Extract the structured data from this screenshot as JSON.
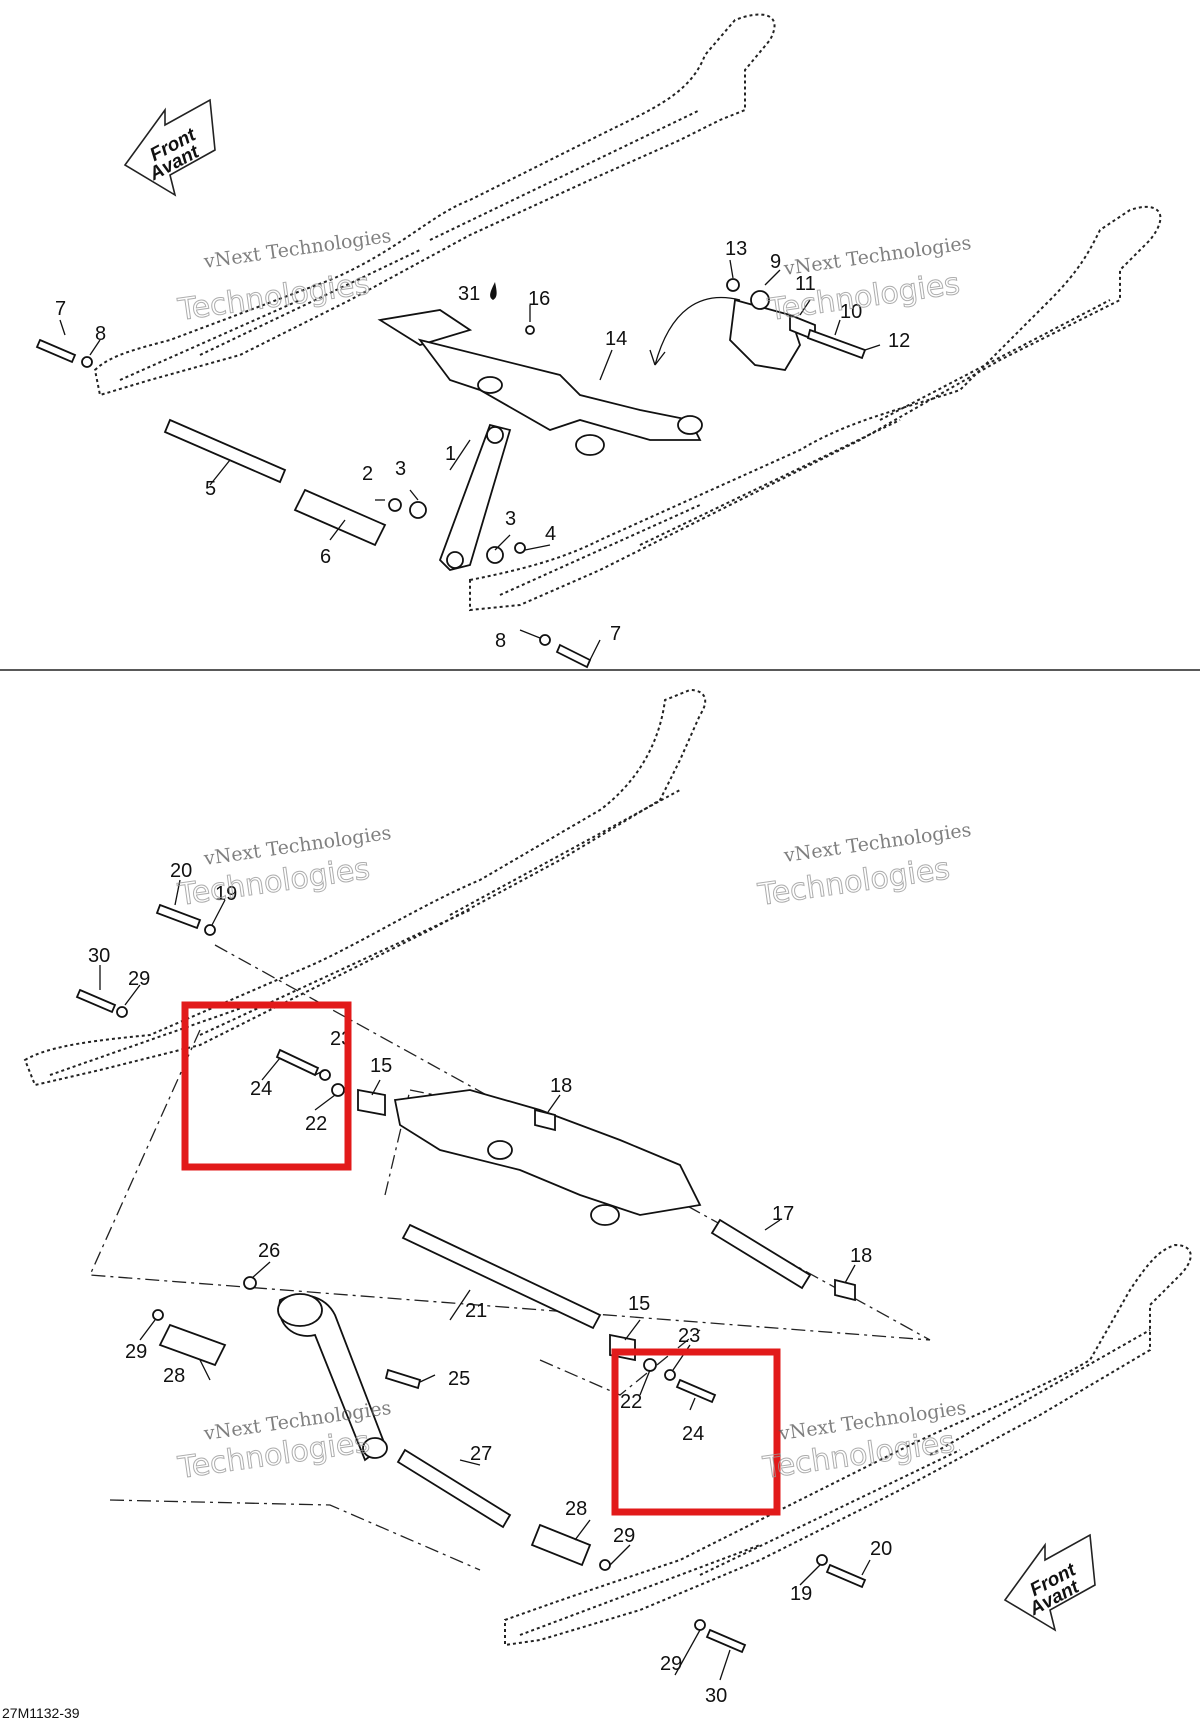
{
  "diagram": {
    "reference_code": "27M1132-39",
    "front_arrow": {
      "line1": "Front",
      "line2": "Avant"
    },
    "watermark": {
      "line1": "vNext Technologies",
      "line2": "Technologies"
    },
    "highlight_color": "#e21a1a",
    "top_section": {
      "labels": [
        "1",
        "2",
        "3",
        "3",
        "4",
        "5",
        "6",
        "7",
        "7",
        "8",
        "8",
        "9",
        "10",
        "11",
        "12",
        "13",
        "14",
        "16",
        "31"
      ]
    },
    "bottom_section": {
      "labels": [
        "15",
        "15",
        "17",
        "18",
        "18",
        "19",
        "19",
        "20",
        "20",
        "21",
        "22",
        "22",
        "23",
        "23",
        "24",
        "24",
        "25",
        "26",
        "27",
        "28",
        "28",
        "29",
        "29",
        "29",
        "29",
        "30",
        "30"
      ]
    }
  }
}
